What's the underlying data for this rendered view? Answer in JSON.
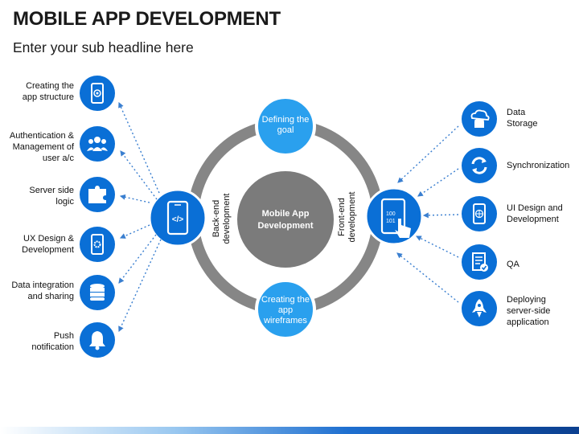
{
  "title": "MOBILE APP DEVELOPMENT",
  "subtitle": "Enter your sub headline here",
  "center": {
    "label": "Mobile App Development"
  },
  "top_node": {
    "label": "Defining the goal"
  },
  "bottom_node": {
    "label": "Creating the app wireframes"
  },
  "left_hub": {
    "label": "Back-end development",
    "icon": "code-device-icon"
  },
  "right_hub": {
    "label": "Front-end development",
    "icon": "touch-device-icon"
  },
  "left_items": [
    {
      "label": "Creating the app structure",
      "icon": "fingerprint-phone-icon"
    },
    {
      "label": "Authentication & Management of user a/c",
      "icon": "users-icon"
    },
    {
      "label": "Server side logic",
      "icon": "puzzle-icon"
    },
    {
      "label": "UX Design & Development",
      "icon": "gear-phone-icon"
    },
    {
      "label": "Data integration and sharing",
      "icon": "database-icon"
    },
    {
      "label": "Push notification",
      "icon": "bell-icon"
    }
  ],
  "right_items": [
    {
      "label": "Data Storage",
      "icon": "cloud-database-icon"
    },
    {
      "label": "Synchronization",
      "icon": "sync-icon"
    },
    {
      "label": "UI Design and Development",
      "icon": "globe-phone-icon"
    },
    {
      "label": "QA",
      "icon": "checklist-icon"
    },
    {
      "label": "Deploying server-side application",
      "icon": "rocket-icon"
    }
  ],
  "colors": {
    "blue": "#0a6fd6",
    "ring": "#808080",
    "center": "#7a7a7a",
    "light_blue": "#2fa3f0"
  }
}
